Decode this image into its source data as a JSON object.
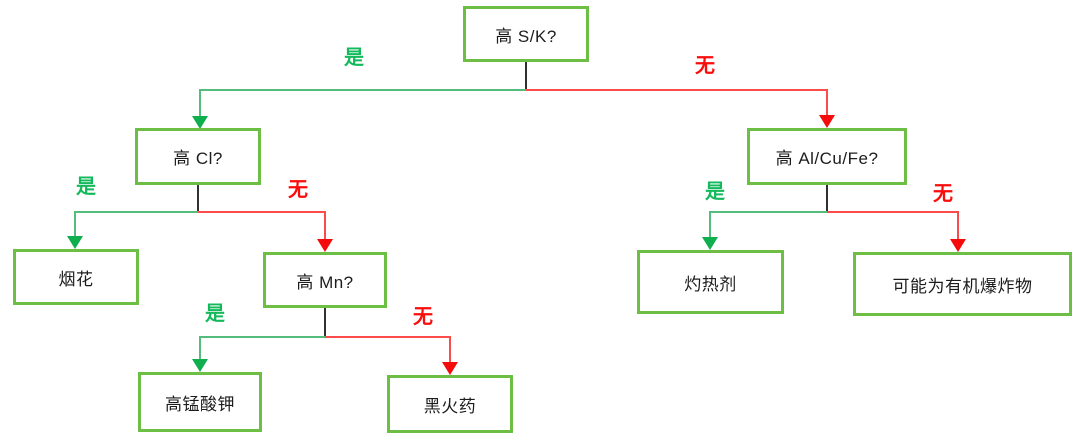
{
  "diagram": {
    "type": "decision-tree",
    "language": "zh",
    "colors": {
      "box_border": "#6cbe45",
      "node_text": "#1c1c1c",
      "yes_label": "#13b95b",
      "no_label": "#f90d0d",
      "yes_line": "#54bd7d",
      "no_line": "#fb4b4b",
      "yes_arrow": "#0fae4e",
      "no_arrow": "#f40b0b",
      "stub_line": "#1a1a1a",
      "background": "#ffffff"
    },
    "nodes": [
      {
        "id": "high-sk",
        "label": "高 S/K?",
        "kind": "decision"
      },
      {
        "id": "high-cl",
        "label": "高 Cl?",
        "kind": "decision"
      },
      {
        "id": "high-al-cu-fe",
        "label": "高 Al/Cu/Fe?",
        "kind": "decision"
      },
      {
        "id": "fireworks",
        "label": "烟花",
        "kind": "result"
      },
      {
        "id": "high-mn",
        "label": "高 Mn?",
        "kind": "decision"
      },
      {
        "id": "thermite",
        "label": "灼热剂",
        "kind": "result"
      },
      {
        "id": "organic-explosive",
        "label": "可能为有机爆炸物",
        "kind": "result"
      },
      {
        "id": "potassium-permanganate",
        "label": "高锰酸钾",
        "kind": "result"
      },
      {
        "id": "black-powder",
        "label": "黑火药",
        "kind": "result"
      }
    ],
    "edges": [
      {
        "id": "root-yes",
        "label": "是",
        "answer": "yes",
        "from": "high-sk",
        "to": "high-cl"
      },
      {
        "id": "root-no",
        "label": "无",
        "answer": "no",
        "from": "high-sk",
        "to": "high-al-cu-fe"
      },
      {
        "id": "cl-yes",
        "label": "是",
        "answer": "yes",
        "from": "high-cl",
        "to": "fireworks"
      },
      {
        "id": "cl-no",
        "label": "无",
        "answer": "no",
        "from": "high-cl",
        "to": "high-mn"
      },
      {
        "id": "mn-yes",
        "label": "是",
        "answer": "yes",
        "from": "high-mn",
        "to": "potassium-permanganate"
      },
      {
        "id": "mn-no",
        "label": "无",
        "answer": "no",
        "from": "high-mn",
        "to": "black-powder"
      },
      {
        "id": "al-yes",
        "label": "是",
        "answer": "yes",
        "from": "high-al-cu-fe",
        "to": "thermite"
      },
      {
        "id": "al-no",
        "label": "无",
        "answer": "no",
        "from": "high-al-cu-fe",
        "to": "organic-explosive"
      }
    ]
  }
}
